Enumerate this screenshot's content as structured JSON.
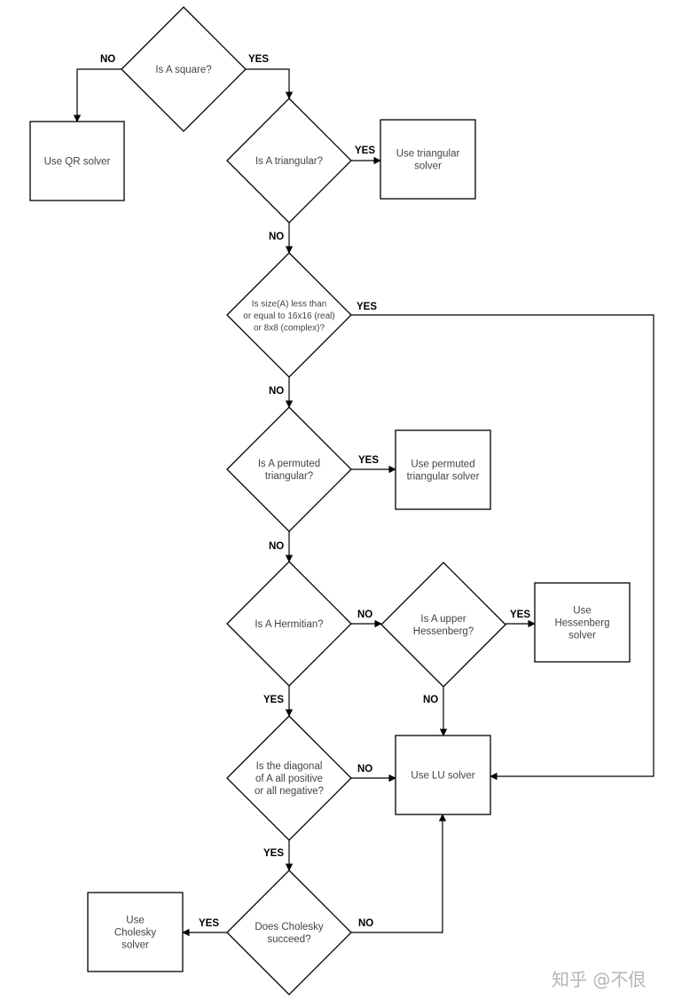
{
  "nodes": {
    "is_square": [
      "Is A square?"
    ],
    "qr_solver": [
      "Use QR solver"
    ],
    "is_triangular": [
      "Is A triangular?"
    ],
    "triangular_solver": [
      "Use triangular",
      "solver"
    ],
    "is_small": [
      "Is size(A) less than",
      "or equal to 16x16 (real)",
      "or 8x8 (complex)?"
    ],
    "is_permuted_triangular": [
      "Is A permuted",
      "triangular?"
    ],
    "permuted_triangular_solver": [
      "Use permuted",
      "triangular solver"
    ],
    "is_hermitian": [
      "Is A Hermitian?"
    ],
    "is_upper_hessenberg": [
      "Is A upper",
      "Hessenberg?"
    ],
    "hessenberg_solver": [
      "Use",
      "Hessenberg",
      "solver"
    ],
    "is_diag_same_sign": [
      "Is the diagonal",
      "of A all positive",
      "or all negative?"
    ],
    "lu_solver": [
      "Use LU solver"
    ],
    "does_cholesky_succeed": [
      "Does Cholesky",
      "succeed?"
    ],
    "cholesky_solver": [
      "Use",
      "Cholesky",
      "solver"
    ]
  },
  "edges": [
    {
      "from": "is_square",
      "to": "qr_solver",
      "label": "NO"
    },
    {
      "from": "is_square",
      "to": "is_triangular",
      "label": "YES"
    },
    {
      "from": "is_triangular",
      "to": "triangular_solver",
      "label": "YES"
    },
    {
      "from": "is_triangular",
      "to": "is_small",
      "label": "NO"
    },
    {
      "from": "is_small",
      "to": "lu_solver",
      "label": "YES"
    },
    {
      "from": "is_small",
      "to": "is_permuted_triangular",
      "label": "NO"
    },
    {
      "from": "is_permuted_triangular",
      "to": "permuted_triangular_solver",
      "label": "YES"
    },
    {
      "from": "is_permuted_triangular",
      "to": "is_hermitian",
      "label": "NO"
    },
    {
      "from": "is_hermitian",
      "to": "is_upper_hessenberg",
      "label": "NO"
    },
    {
      "from": "is_upper_hessenberg",
      "to": "hessenberg_solver",
      "label": "YES"
    },
    {
      "from": "is_upper_hessenberg",
      "to": "lu_solver",
      "label": "NO"
    },
    {
      "from": "is_hermitian",
      "to": "is_diag_same_sign",
      "label": "YES"
    },
    {
      "from": "is_diag_same_sign",
      "to": "lu_solver",
      "label": "NO"
    },
    {
      "from": "is_diag_same_sign",
      "to": "does_cholesky_succeed",
      "label": "YES"
    },
    {
      "from": "does_cholesky_succeed",
      "to": "cholesky_solver",
      "label": "YES"
    },
    {
      "from": "does_cholesky_succeed",
      "to": "lu_solver",
      "label": "NO"
    }
  ],
  "watermark": "知乎 @不佷"
}
